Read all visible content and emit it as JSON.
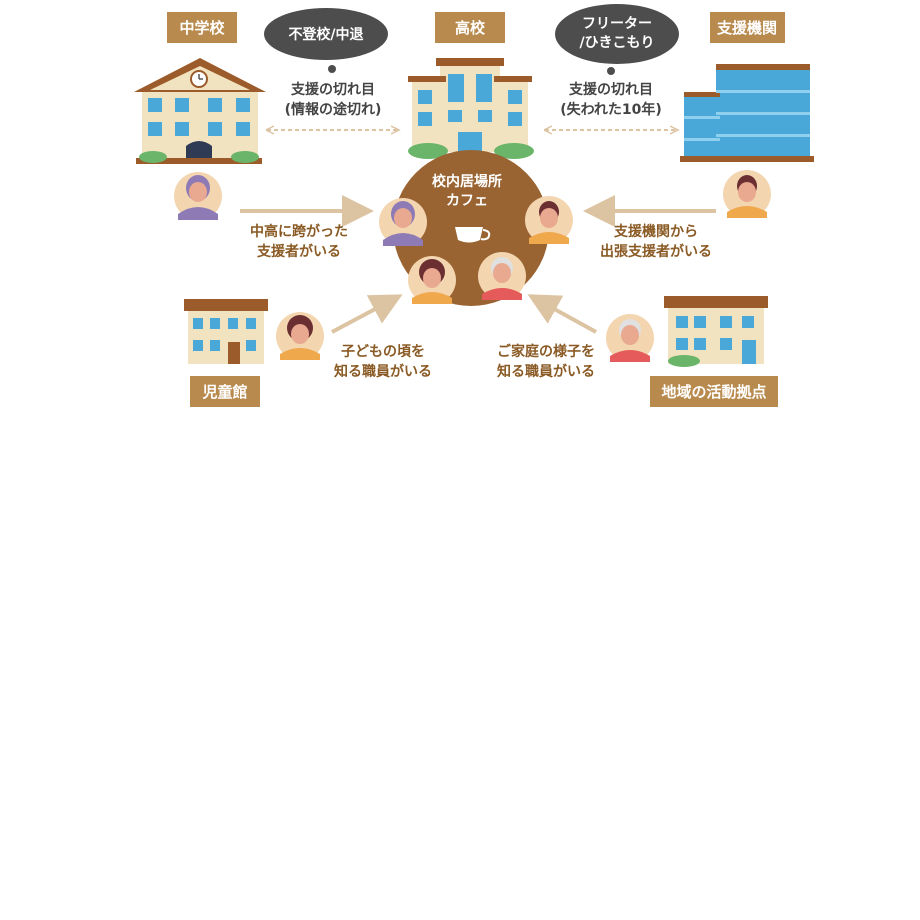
{
  "colors": {
    "tag_brown": "#b98a4e",
    "hub_brown": "#9a6432",
    "arrow_tan": "#dcc3a2",
    "bubble_gray": "#4d4d4d",
    "label_brown": "#8a5a24",
    "building_cream": "#f1e3bf",
    "roof_brown": "#9c5b2b",
    "window_blue": "#4aa8d8",
    "bush_green": "#6ab56a",
    "avatar_bg": "#f3d5b0"
  },
  "labels": {
    "junior_high": "中学校",
    "high_school": "高校",
    "support_org": "支援機関",
    "childrens_hall": "児童館",
    "community_base": "地域の活動拠点"
  },
  "bubbles": {
    "left": "不登校/中退",
    "right_line1": "フリーター",
    "right_line2": "/ひきこもり"
  },
  "gaps": {
    "left_line1": "支援の切れ目",
    "left_line2": "(情報の途切れ)",
    "right_line1": "支援の切れ目",
    "right_line2": "(失われた10年)"
  },
  "hub": {
    "line1": "校内居場所",
    "line2": "カフェ"
  },
  "supporters": {
    "cross_school_line1": "中高に跨がった",
    "cross_school_line2": "支援者がいる",
    "dispatched_line1": "支援機関から",
    "dispatched_line2": "出張支援者がいる",
    "childhood_staff_line1": "子どもの頃を",
    "childhood_staff_line2": "知る職員がいる",
    "family_staff_line1": "ご家庭の様子を",
    "family_staff_line2": "知る職員がいる"
  }
}
